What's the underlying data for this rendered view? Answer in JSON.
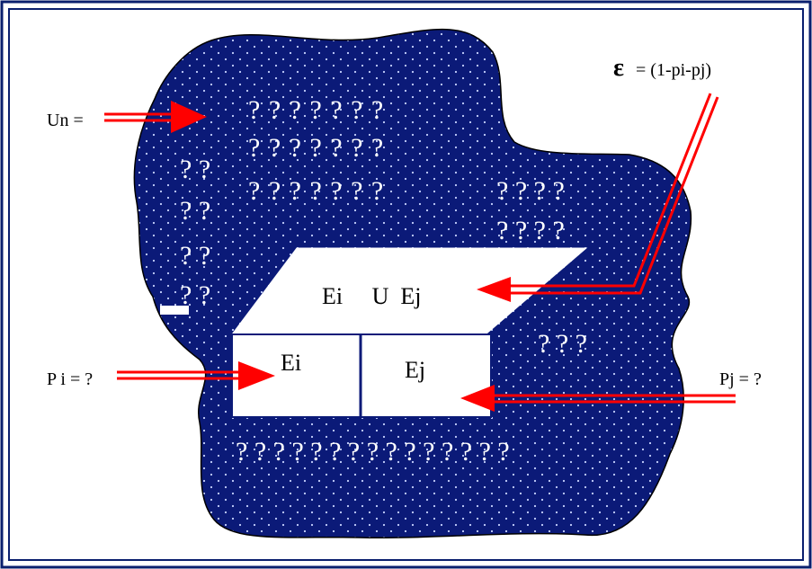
{
  "colors": {
    "frame": "#0a1f6e",
    "blob": "#0b1a78",
    "dots": "#c8d4ff",
    "question_marks": "#ffffff",
    "arrows": "#ff0000",
    "boxes": "#ffffff",
    "text": "#000000"
  },
  "labels": {
    "un": "Un =",
    "epsilon_symbol": "ε",
    "epsilon_formula": " = (1-pi-pj)",
    "pi": "P i = ?",
    "pj": "Pj = ?",
    "union": "Ei     U  Ej",
    "ei": "Ei",
    "ej": "Ej"
  },
  "question_rows": {
    "top1": "? ? ? ? ? ? ?",
    "top2": "? ? ? ? ? ? ?",
    "top3": "? ? ? ? ? ? ?",
    "left1": "? ?",
    "left2": "? ?",
    "left3": "? ?",
    "left4": "? ?",
    "right1": "? ? ? ?",
    "right2": "? ? ? ?",
    "mid_right": "? ? ?",
    "bottom": "? ? ? ? ? ? ? ? ? ? ? ? ? ? ?"
  }
}
